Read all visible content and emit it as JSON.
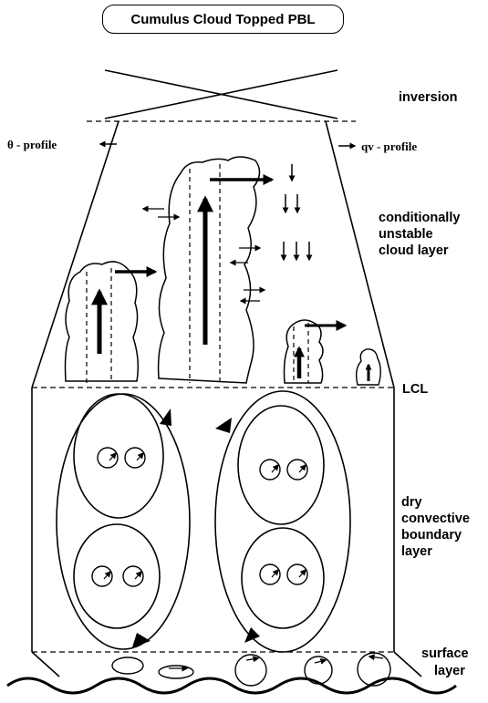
{
  "title": "Cumulus Cloud Topped PBL",
  "labels": {
    "inversion": "inversion",
    "theta_profile": "θ - profile",
    "qv_profile": "qv - profile",
    "cloud_layer": [
      "conditionally",
      "unstable",
      "cloud layer"
    ],
    "lcl": "LCL",
    "dry_layer": [
      "dry",
      "convective",
      "boundary",
      "layer"
    ],
    "surface_layer": [
      "surface",
      "layer"
    ]
  }
}
